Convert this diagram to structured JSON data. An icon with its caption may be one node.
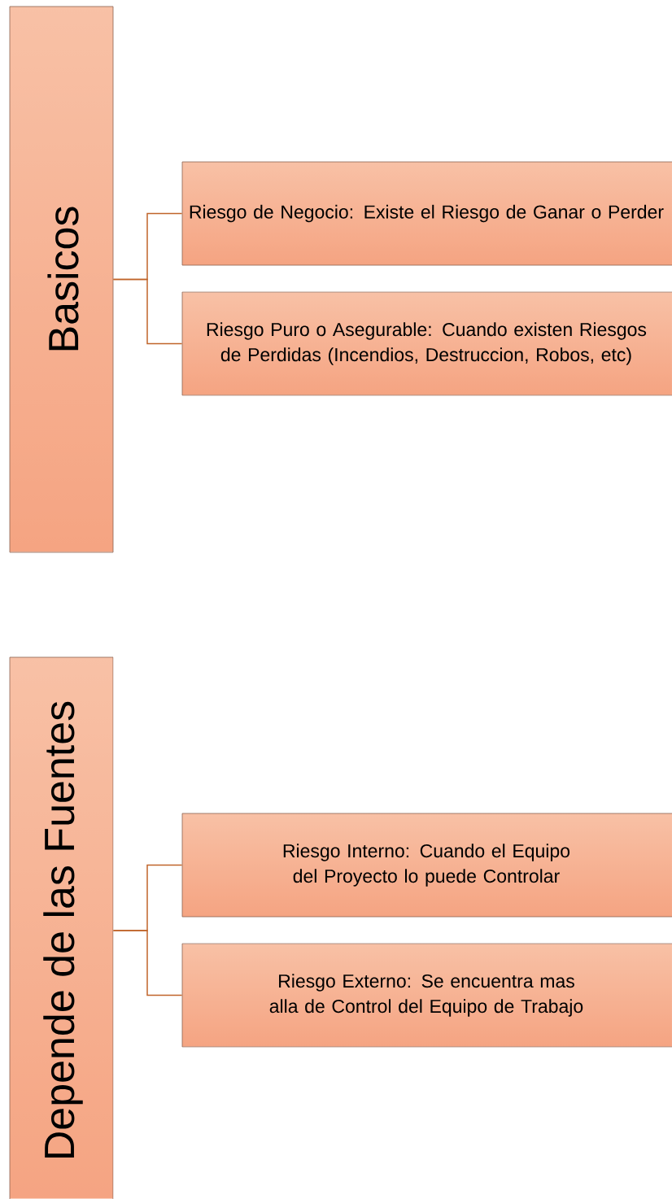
{
  "diagram": {
    "nodes": [
      {
        "text": [
          "Basicos"
        ]
      },
      {
        "text": [
          "Riesgo de Negocio: Existe el Riesgo de Ganar o Perder"
        ]
      },
      {
        "text": [
          "Riesgo Puro o Asegurable: Cuando existen Riesgos de Perdidas (Incendios, Destruccion, Robos, etc)"
        ]
      },
      {
        "text": [
          "Depende de las Fuentes"
        ]
      },
      {
        "text": [
          "Riesgo Interno: Cuando el Equipo del Proyecto lo puede Controlar"
        ]
      },
      {
        "text": [
          "Riesgo Externo: Se encuentra mas alla de Control del Equipo de Trabajo"
        ]
      }
    ],
    "edges": [
      {
        "from": 0,
        "to": 1,
        "arrow": "none"
      },
      {
        "from": 0,
        "to": 2,
        "arrow": "none"
      },
      {
        "from": 3,
        "to": 4,
        "arrow": "none"
      },
      {
        "from": 3,
        "to": 5,
        "arrow": "none"
      }
    ]
  }
}
